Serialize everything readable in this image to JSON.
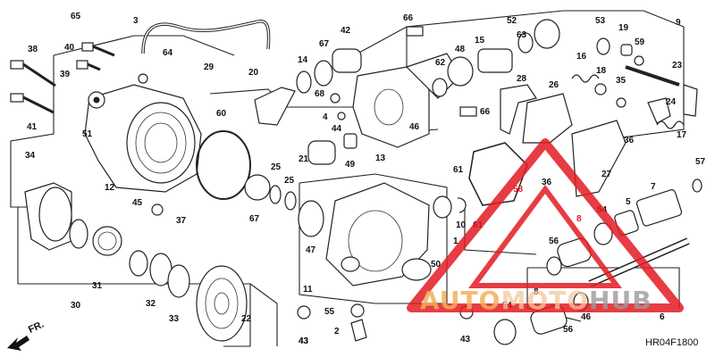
{
  "diagram": {
    "code": "HR04F1800",
    "direction_label": "FR.",
    "watermark": {
      "part1": "AUTO",
      "part2": "MOTO",
      "part3": "HUB"
    },
    "callouts": [
      {
        "id": "c65",
        "text": "65"
      },
      {
        "id": "c3",
        "text": "3"
      },
      {
        "id": "c64",
        "text": "64"
      },
      {
        "id": "c29",
        "text": "29"
      },
      {
        "id": "c38",
        "text": "38"
      },
      {
        "id": "c40",
        "text": "40"
      },
      {
        "id": "c39",
        "text": "39"
      },
      {
        "id": "c41",
        "text": "41"
      },
      {
        "id": "c51",
        "text": "51"
      },
      {
        "id": "c12",
        "text": "12"
      },
      {
        "id": "c34",
        "text": "34"
      },
      {
        "id": "c45",
        "text": "45"
      },
      {
        "id": "c37",
        "text": "37"
      },
      {
        "id": "c31",
        "text": "31"
      },
      {
        "id": "c30",
        "text": "30"
      },
      {
        "id": "c32",
        "text": "32"
      },
      {
        "id": "c33",
        "text": "33"
      },
      {
        "id": "c22",
        "text": "22"
      },
      {
        "id": "c43a",
        "text": "43"
      },
      {
        "id": "c20",
        "text": "20"
      },
      {
        "id": "c14",
        "text": "14"
      },
      {
        "id": "c67a",
        "text": "67"
      },
      {
        "id": "c42",
        "text": "42"
      },
      {
        "id": "c60",
        "text": "60"
      },
      {
        "id": "c25a",
        "text": "25"
      },
      {
        "id": "c25b",
        "text": "25"
      },
      {
        "id": "c67b",
        "text": "67"
      },
      {
        "id": "c66a",
        "text": "66"
      },
      {
        "id": "c52",
        "text": "52"
      },
      {
        "id": "c63",
        "text": "63"
      },
      {
        "id": "c48",
        "text": "48"
      },
      {
        "id": "c15",
        "text": "15"
      },
      {
        "id": "c62",
        "text": "62"
      },
      {
        "id": "c68",
        "text": "68"
      },
      {
        "id": "c4",
        "text": "4"
      },
      {
        "id": "c44",
        "text": "44"
      },
      {
        "id": "c46a",
        "text": "46"
      },
      {
        "id": "c66b",
        "text": "66"
      },
      {
        "id": "c13",
        "text": "13"
      },
      {
        "id": "c21",
        "text": "21"
      },
      {
        "id": "c49",
        "text": "49"
      },
      {
        "id": "c28",
        "text": "28"
      },
      {
        "id": "c26",
        "text": "26"
      },
      {
        "id": "c53",
        "text": "53"
      },
      {
        "id": "c19",
        "text": "19"
      },
      {
        "id": "c59",
        "text": "59"
      },
      {
        "id": "c9",
        "text": "9"
      },
      {
        "id": "c16",
        "text": "16"
      },
      {
        "id": "c18",
        "text": "18"
      },
      {
        "id": "c35",
        "text": "35"
      },
      {
        "id": "c23",
        "text": "23"
      },
      {
        "id": "c24",
        "text": "24"
      },
      {
        "id": "c17",
        "text": "17"
      },
      {
        "id": "c36a",
        "text": "36"
      },
      {
        "id": "c61a",
        "text": "61"
      },
      {
        "id": "c36b",
        "text": "36"
      },
      {
        "id": "c27",
        "text": "27"
      },
      {
        "id": "c57",
        "text": "57"
      },
      {
        "id": "c10",
        "text": "10"
      },
      {
        "id": "c61b",
        "text": "61"
      },
      {
        "id": "c1",
        "text": "1"
      },
      {
        "id": "c47",
        "text": "47"
      },
      {
        "id": "c50",
        "text": "50"
      },
      {
        "id": "c11",
        "text": "11"
      },
      {
        "id": "c55",
        "text": "55"
      },
      {
        "id": "c2",
        "text": "2"
      },
      {
        "id": "c43b",
        "text": "43"
      },
      {
        "id": "c43c",
        "text": "43"
      },
      {
        "id": "c54a",
        "text": "54"
      },
      {
        "id": "c5",
        "text": "5"
      },
      {
        "id": "c7",
        "text": "7"
      },
      {
        "id": "c56a",
        "text": "56"
      },
      {
        "id": "c8a",
        "text": "8"
      },
      {
        "id": "c8b",
        "text": "8"
      },
      {
        "id": "c54b",
        "text": "54"
      },
      {
        "id": "c46b",
        "text": "46"
      },
      {
        "id": "c56b",
        "text": "56"
      },
      {
        "id": "c6",
        "text": "6"
      },
      {
        "id": "c58",
        "text": "58"
      }
    ]
  }
}
